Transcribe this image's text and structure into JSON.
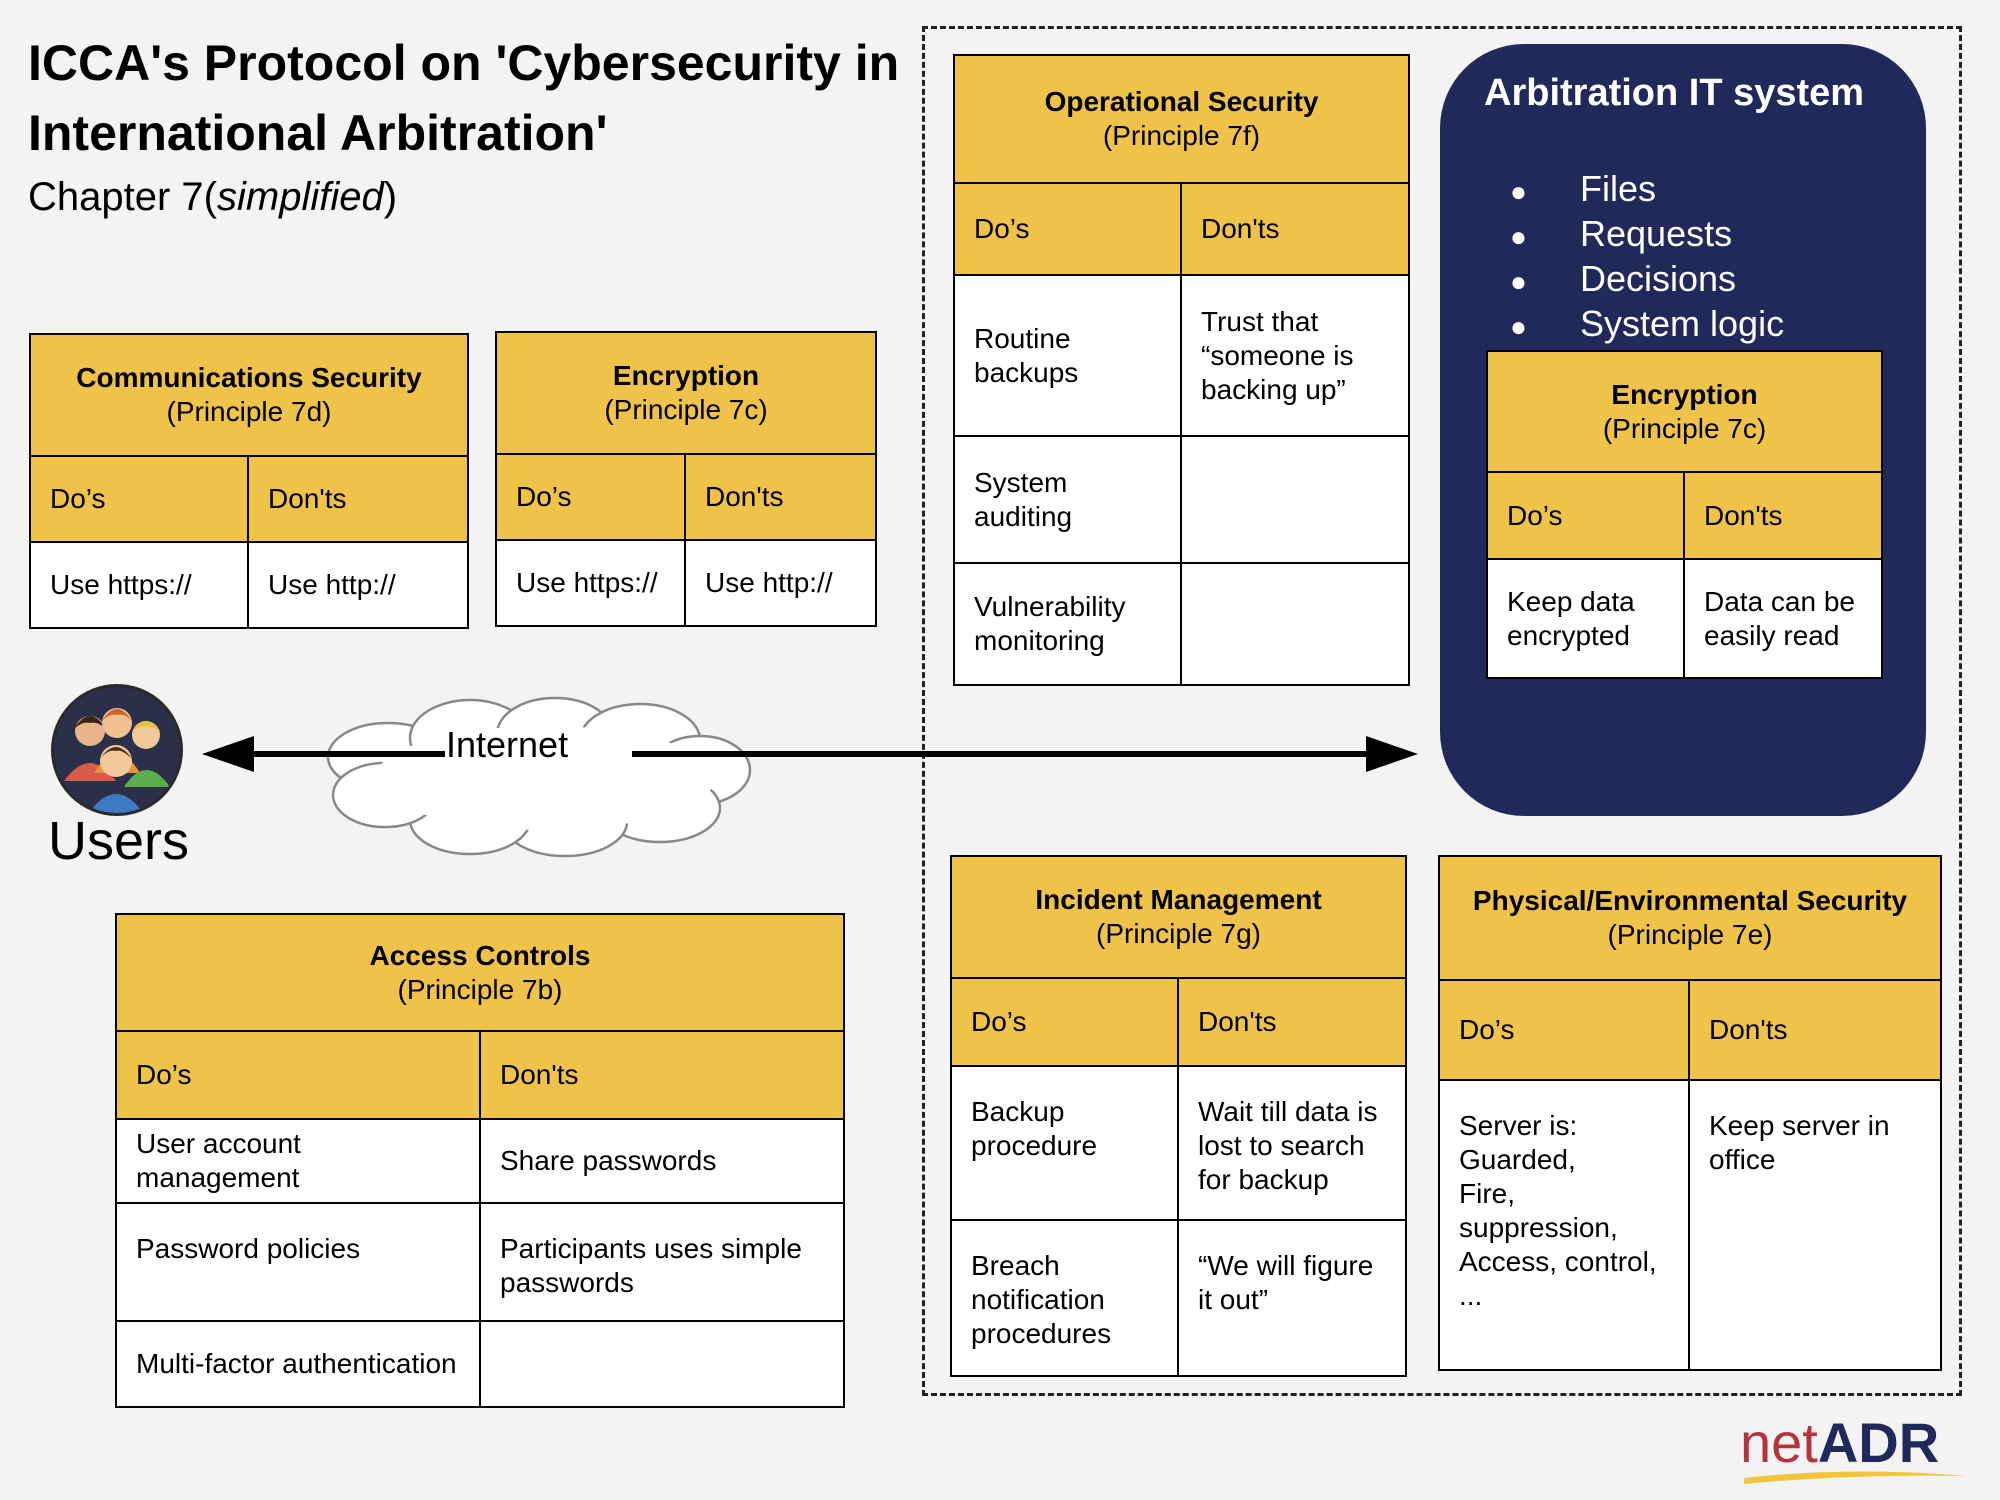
{
  "header": {
    "title": "ICCA's Protocol on 'Cybersecurity in International Arbitration'",
    "subtitle_prefix": "Chapter 7(",
    "subtitle_italic": "simplified",
    "subtitle_suffix": ")"
  },
  "communications": {
    "title": "Communications Security",
    "principle": "(Principle 7d)",
    "dos_label": "Do’s",
    "donts_label": "Don'ts",
    "rows": [
      [
        "Use https://",
        "Use http://"
      ]
    ]
  },
  "encryption_left": {
    "title": "Encryption",
    "principle": "(Principle 7c)",
    "dos_label": "Do’s",
    "donts_label": "Don'ts",
    "rows": [
      [
        "Use https://",
        "Use http://"
      ]
    ]
  },
  "operational": {
    "title": "Operational Security",
    "principle": "(Principle 7f)",
    "dos_label": "Do’s",
    "donts_label": "Don'ts",
    "rows": [
      [
        "Routine backups",
        "Trust that “someone is backing up”"
      ],
      [
        "System auditing",
        ""
      ],
      [
        "Vulnerability monitoring",
        ""
      ]
    ]
  },
  "it_system": {
    "title": "Arbitration IT system",
    "bullet": "●",
    "items": [
      "Files",
      "Requests",
      "Decisions",
      "System logic"
    ]
  },
  "encryption_right": {
    "title": "Encryption",
    "principle": "(Principle 7c)",
    "dos_label": "Do’s",
    "donts_label": "Don'ts",
    "rows": [
      [
        "Keep data encrypted",
        "Data can be easily read"
      ]
    ]
  },
  "users": {
    "label": "Users"
  },
  "internet": {
    "label": "Internet"
  },
  "access": {
    "title": "Access Controls",
    "principle": "(Principle 7b)",
    "dos_label": "Do’s",
    "donts_label": "Don'ts",
    "rows": [
      [
        "User account management",
        "Share passwords"
      ],
      [
        "Password policies",
        "Participants uses simple passwords"
      ],
      [
        "Multi-factor authentication",
        ""
      ]
    ]
  },
  "incident": {
    "title": "Incident Management",
    "principle": "(Principle 7g)",
    "dos_label": "Do’s",
    "donts_label": "Don'ts",
    "rows": [
      [
        "Backup procedure",
        "Wait till data is lost to search for backup"
      ],
      [
        "Breach notification procedures",
        "“We will figure it out”"
      ]
    ]
  },
  "physical": {
    "title": "Physical/Environmental Security",
    "principle": "(Principle 7e)",
    "dos_label": "Do’s",
    "donts_label": "Don'ts",
    "rows": [
      [
        "Server is:\nGuarded,\nFire,\nsuppression,\nAccess, control,\n...",
        "Keep server in office"
      ]
    ]
  },
  "logo": {
    "net": "net",
    "adr": "ADR"
  },
  "colors": {
    "header_fill": "#efc34a",
    "it_system_fill": "#20295a",
    "logo_red": "#b5333d"
  }
}
